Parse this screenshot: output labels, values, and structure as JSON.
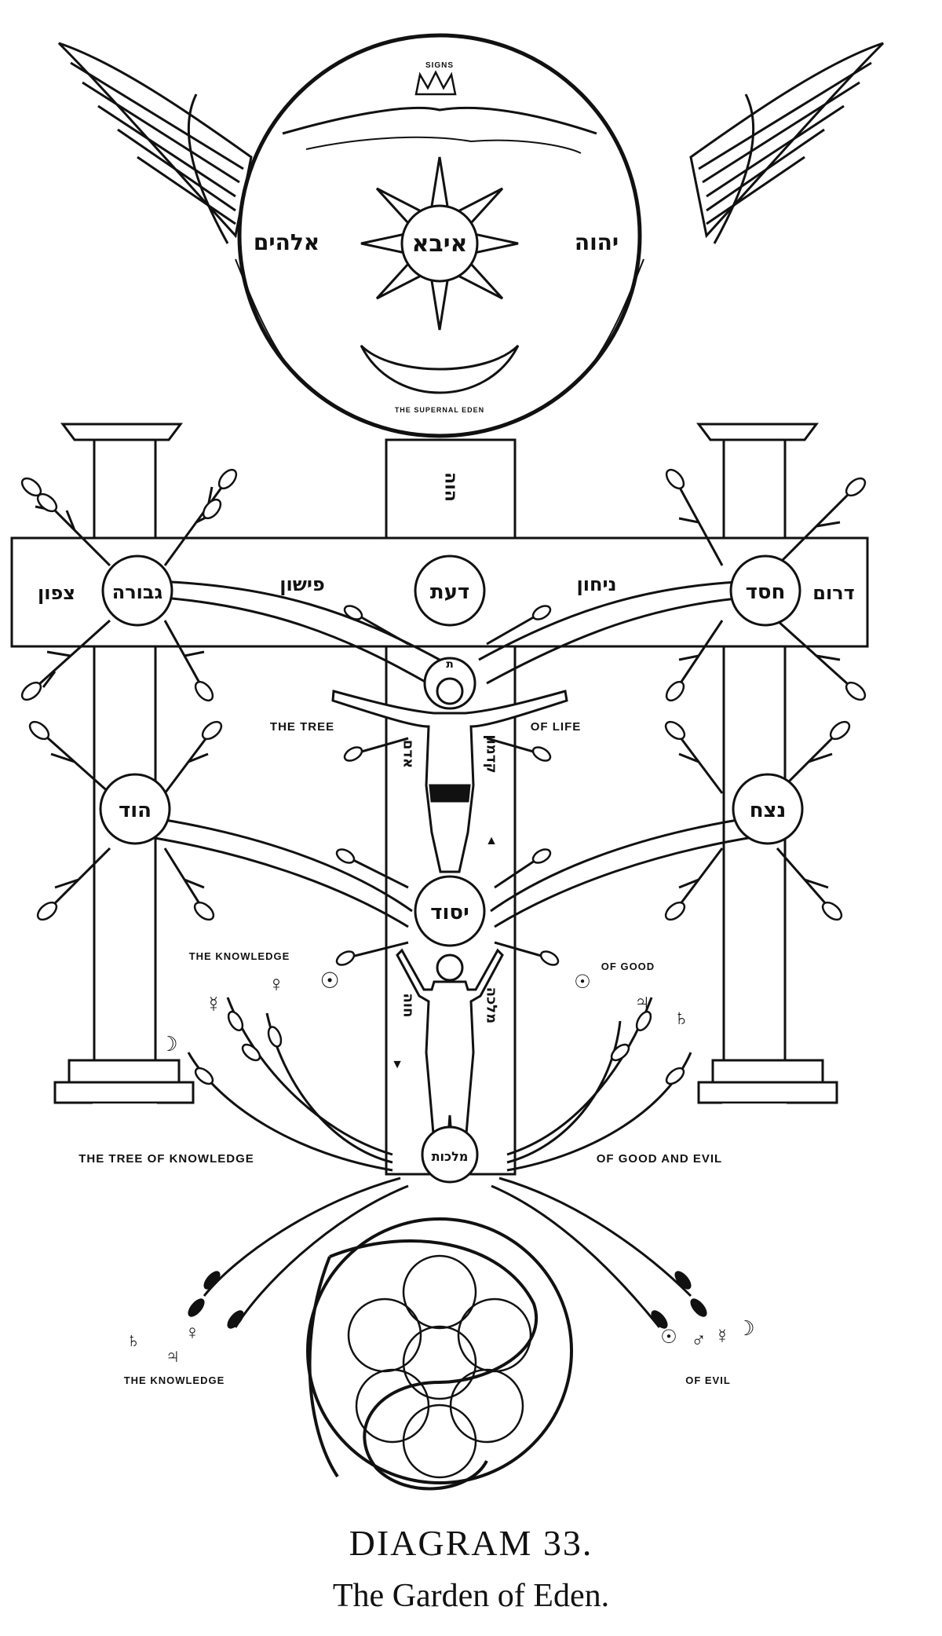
{
  "caption": {
    "title": "DIAGRAM 33.",
    "subtitle": "The Garden of Eden."
  },
  "supernal_circle": {
    "top_label": "SIGNS",
    "bottom_label": "THE SUPERNAL EDEN",
    "left_name": "אלהים",
    "right_name": "יהוה",
    "sun_name": "איבא",
    "trunk_letters": "הוה"
  },
  "crossbeam": {
    "far_left": "צפון",
    "far_right": "דרום",
    "river_left": "פישון",
    "river_right": "ניחון"
  },
  "sephiroth": {
    "geburah": "גבורה",
    "daath": "דעת",
    "chesed": "חסד",
    "hod": "הוד",
    "netzach": "נצח",
    "yesod": "יסוד",
    "tiphareth": "ת"
  },
  "labels": {
    "tree_of_life_left": "THE TREE",
    "tree_of_life_right": "OF LIFE",
    "knowledge_good_left": "THE KNOWLEDGE",
    "knowledge_good_right": "OF GOOD",
    "tree_knowledge_left": "THE TREE OF KNOWLEDGE",
    "tree_knowledge_right": "OF GOOD AND EVIL",
    "knowledge_evil_left": "THE KNOWLEDGE",
    "knowledge_evil_right": "OF EVIL"
  },
  "figure_labels": {
    "adam_left": "אדם",
    "adam_right": "קדמון",
    "eve_left": "חוה",
    "eve_right": "מלכה",
    "malkuth_base": "מלכות"
  },
  "symbols": {
    "mercury": "☿",
    "venus": "♀",
    "jupiter": "♃",
    "saturn": "♄",
    "mars": "♂",
    "sun": "☉",
    "moon": "☽",
    "fire": "▲",
    "water": "▼"
  }
}
